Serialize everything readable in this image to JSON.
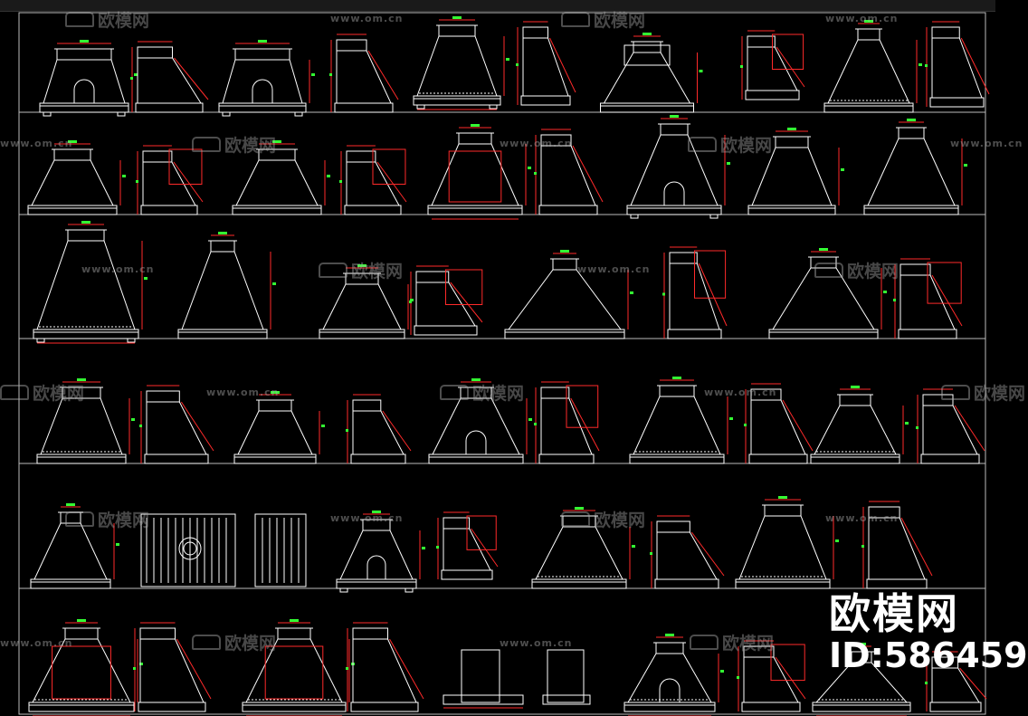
{
  "watermark": {
    "brand": "欧模网",
    "url": "www.om.cn"
  },
  "badge": {
    "name": "欧模网",
    "id": "ID:586459"
  },
  "drawing": {
    "background": "#000000",
    "line_color": "#ffffff",
    "dimension_color": "#ff2a2a",
    "text_color": "#33ff33",
    "frame_color": "#bbbbbb",
    "rows": 6,
    "icons": [
      "sofa-logo-icon"
    ]
  }
}
